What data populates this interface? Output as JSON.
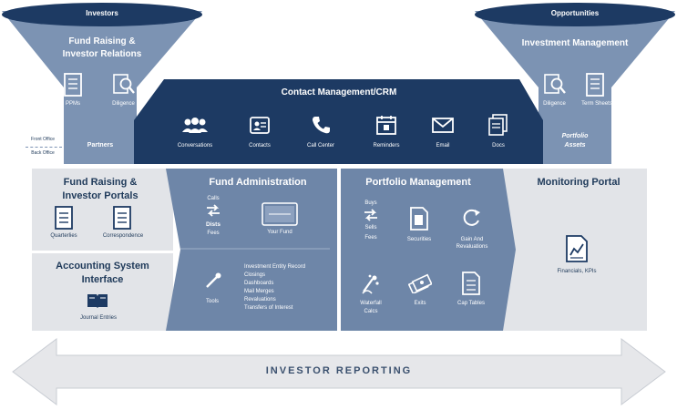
{
  "funnels": {
    "left": {
      "top_label": "Investors",
      "title_line1": "Fund Raising &",
      "title_line2": "Investor Relations",
      "items": [
        "PPMs",
        "Diligence"
      ],
      "bottom_label": "Partners"
    },
    "right": {
      "top_label": "Opportunities",
      "title": "Investment Management",
      "items": [
        "Diligence",
        "Term Sheets"
      ],
      "bottom_line1": "Portfolio",
      "bottom_line2": "Assets"
    }
  },
  "crm": {
    "title": "Contact Management/CRM",
    "items": [
      "Conversations",
      "Contacts",
      "Call Center",
      "Reminders",
      "Email",
      "Docs"
    ]
  },
  "office_labels": {
    "front": "Front Office",
    "back": "Back Office"
  },
  "portals": {
    "title_line1": "Fund Raising &",
    "title_line2": "Investor Portals",
    "items": [
      "Quarterlies",
      "Correspondence"
    ]
  },
  "accounting": {
    "title_line1": "Accounting System",
    "title_line2": "Interface",
    "item": "Journal Entries"
  },
  "fund_admin": {
    "title": "Fund Administration",
    "calls_line1": "Calls",
    "calls_line2": "Dists",
    "calls_line3": "Fees",
    "your_fund": "Your Fund",
    "tools": "Tools",
    "tool_list": [
      "Investment Entity Record",
      "Closings",
      "Dashboards",
      "Mail Merges",
      "Revaluations",
      "Transfers of Interest"
    ]
  },
  "portfolio": {
    "title": "Portfolio Management",
    "buys_line1": "Buys",
    "buys_line2": "Sells",
    "buys_line3": "Fees",
    "securities": "Securities",
    "revaluations_line1": "Gain And",
    "revaluations_line2": "Revaluations",
    "waterfall_line1": "Waterfall",
    "waterfall_line2": "Calcs",
    "exits": "Exits",
    "cap_tables": "Cap Tables"
  },
  "monitoring": {
    "title": "Monitoring Portal",
    "item": "Financials, KPIs"
  },
  "reporting": {
    "label": "INVESTOR REPORTING"
  },
  "colors": {
    "dark_navy": "#1d3a63",
    "mid_blue": "#6e86a8",
    "funnel_blue": "#7c93b3",
    "light_gray": "#e2e4e8",
    "arrow_gray": "#e6e7ea"
  }
}
